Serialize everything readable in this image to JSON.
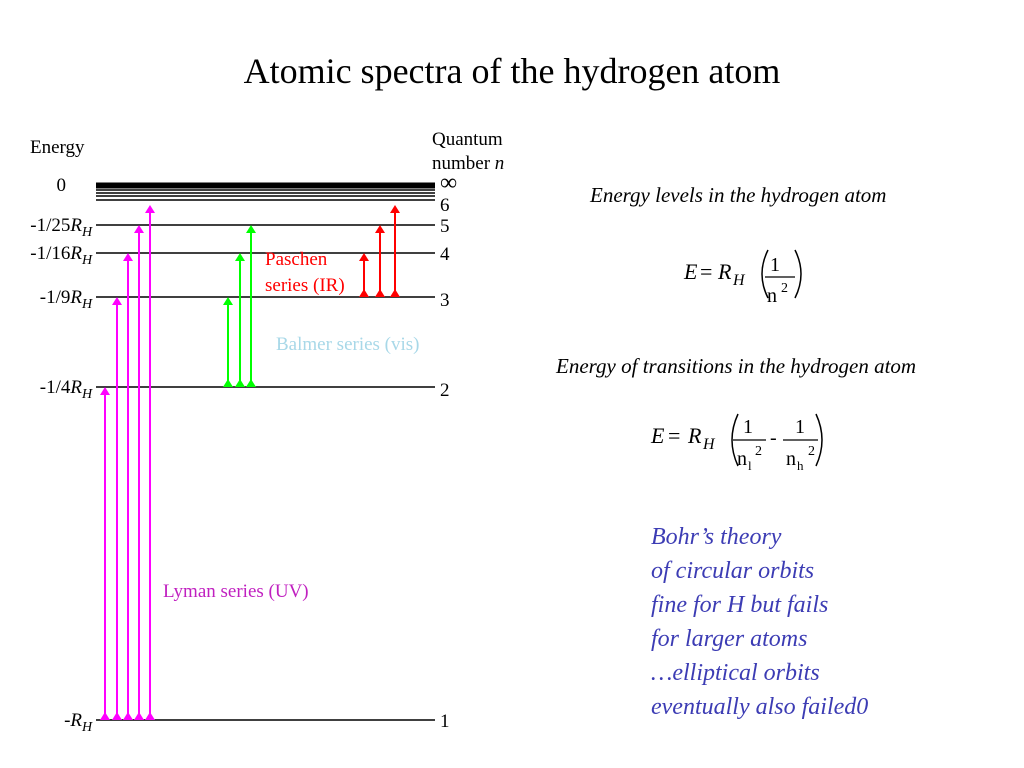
{
  "title": "Atomic spectra of the hydrogen atom",
  "left_header": "Energy",
  "right_header": {
    "line1": "Quantum",
    "line2": "number",
    "symbol": "n"
  },
  "levels": [
    {
      "n": "∞",
      "energy_num": "0",
      "rh": false,
      "sub": "",
      "value": 0
    },
    {
      "n": "6",
      "energy_num": "",
      "rh": false,
      "sub": "",
      "value": -0.02778
    },
    {
      "n": "5",
      "energy_num": "-1/25",
      "rh": true,
      "sub": "H",
      "value": -0.04
    },
    {
      "n": "4",
      "energy_num": "-1/16",
      "rh": true,
      "sub": "H",
      "value": -0.0625
    },
    {
      "n": "3",
      "energy_num": "-1/9",
      "rh": true,
      "sub": "H",
      "value": -0.1111
    },
    {
      "n": "2",
      "energy_num": "-1/4",
      "rh": true,
      "sub": "H",
      "value": -0.25
    },
    {
      "n": "1",
      "energy_num": "-",
      "rh": true,
      "sub": "H",
      "value": -1
    }
  ],
  "rh_symbol": "R",
  "series": [
    {
      "name": "Lyman series (UV)",
      "color": "#ff00ff",
      "from_n": 1,
      "to_n": [
        2,
        3,
        4,
        5,
        6
      ]
    },
    {
      "name": "Balmer series (vis)",
      "color": "#00ff00",
      "from_n": 2,
      "to_n": [
        3,
        4,
        5
      ]
    },
    {
      "name_line1": "Paschen",
      "name_line2": "series (IR)",
      "color": "#ff0000",
      "from_n": 3,
      "to_n": [
        4,
        5,
        6
      ]
    }
  ],
  "balmer_label": "Balmer series (vis)",
  "balmer_label_color": "#a8d8e8",
  "lyman_label": "Lyman series (UV)",
  "lyman_label_color": "#c020c0",
  "paschen_label_line1": "Paschen",
  "paschen_label_line2": "series (IR)",
  "paschen_label_color": "#ff0000",
  "energy_levels_heading": "Energy levels in the hydrogen atom",
  "transitions_heading": "Energy of transitions in the hydrogen atom",
  "eq1": {
    "lhs": "E",
    "eq": "=",
    "R": "R",
    "sub": "H",
    "num": "1",
    "den": "n",
    "exp": "2"
  },
  "eq2": {
    "lhs": "E",
    "eq": "=",
    "R": "R",
    "sub": "H",
    "num1": "1",
    "den1": "n",
    "sub1": "l",
    "exp1": "2",
    "minus": "-",
    "num2": "1",
    "den2": "n",
    "sub2": "h",
    "exp2": "2"
  },
  "bohr_lines": [
    "Bohr’s theory",
    "of circular orbits",
    "fine for H but fails",
    "for larger atoms",
    "…elliptical orbits",
    "eventually also failed0"
  ],
  "bohr_color": "#3c3cb4"
}
